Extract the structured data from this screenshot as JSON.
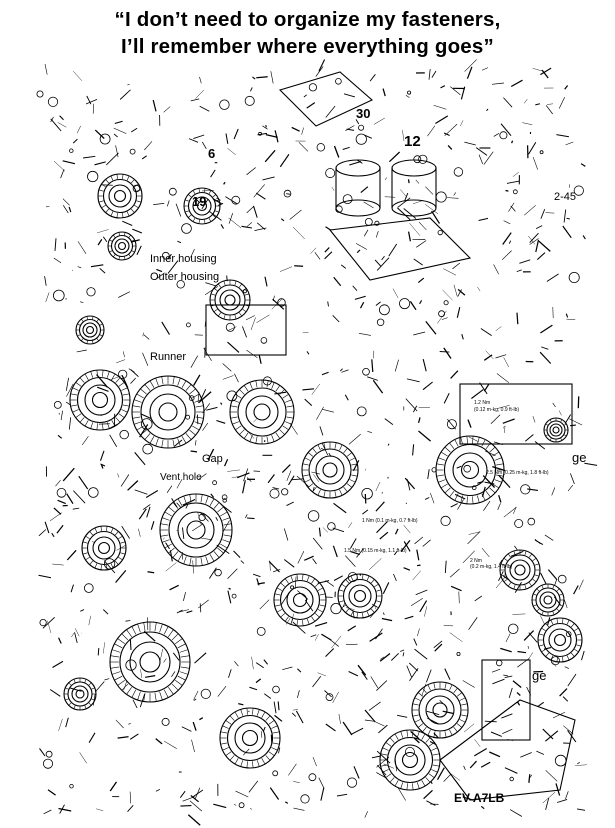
{
  "caption": {
    "line1": "“I don’t need to organize my fasteners,",
    "line2": "I’ll remember where everything goes”"
  },
  "diagram_labels": {
    "part_30": "30",
    "part_12": "12",
    "part_6": "6",
    "part_19": "19",
    "page_ref": "2-45",
    "inner_housing": "Inner housing",
    "outer_housing": "Outer housing",
    "runner": "Runner",
    "gap": "Gap",
    "vent_hole": "Vent hole",
    "ge_1": "ge",
    "ge_2": "ge",
    "code": "EV A7LB",
    "tq_1": "1.2 Nm",
    "tq_1b": "(0.12 m-kg, 0.9 ft-lb)",
    "tq_2": "2.5 Nm (0.25 m-kg, 1.8 ft-lb)",
    "tq_3": "1 Nm (0.1 m-kg, 0.7 ft-lb)",
    "tq_4": "1.5 Nm (0.15 m-kg, 1.1 ft-lb)",
    "tq_5": "2 Nm",
    "tq_5b": "(0.2 m-kg, 1.4 ft-lb)"
  },
  "colors": {
    "ink": "#000000",
    "paper": "#ffffff"
  }
}
